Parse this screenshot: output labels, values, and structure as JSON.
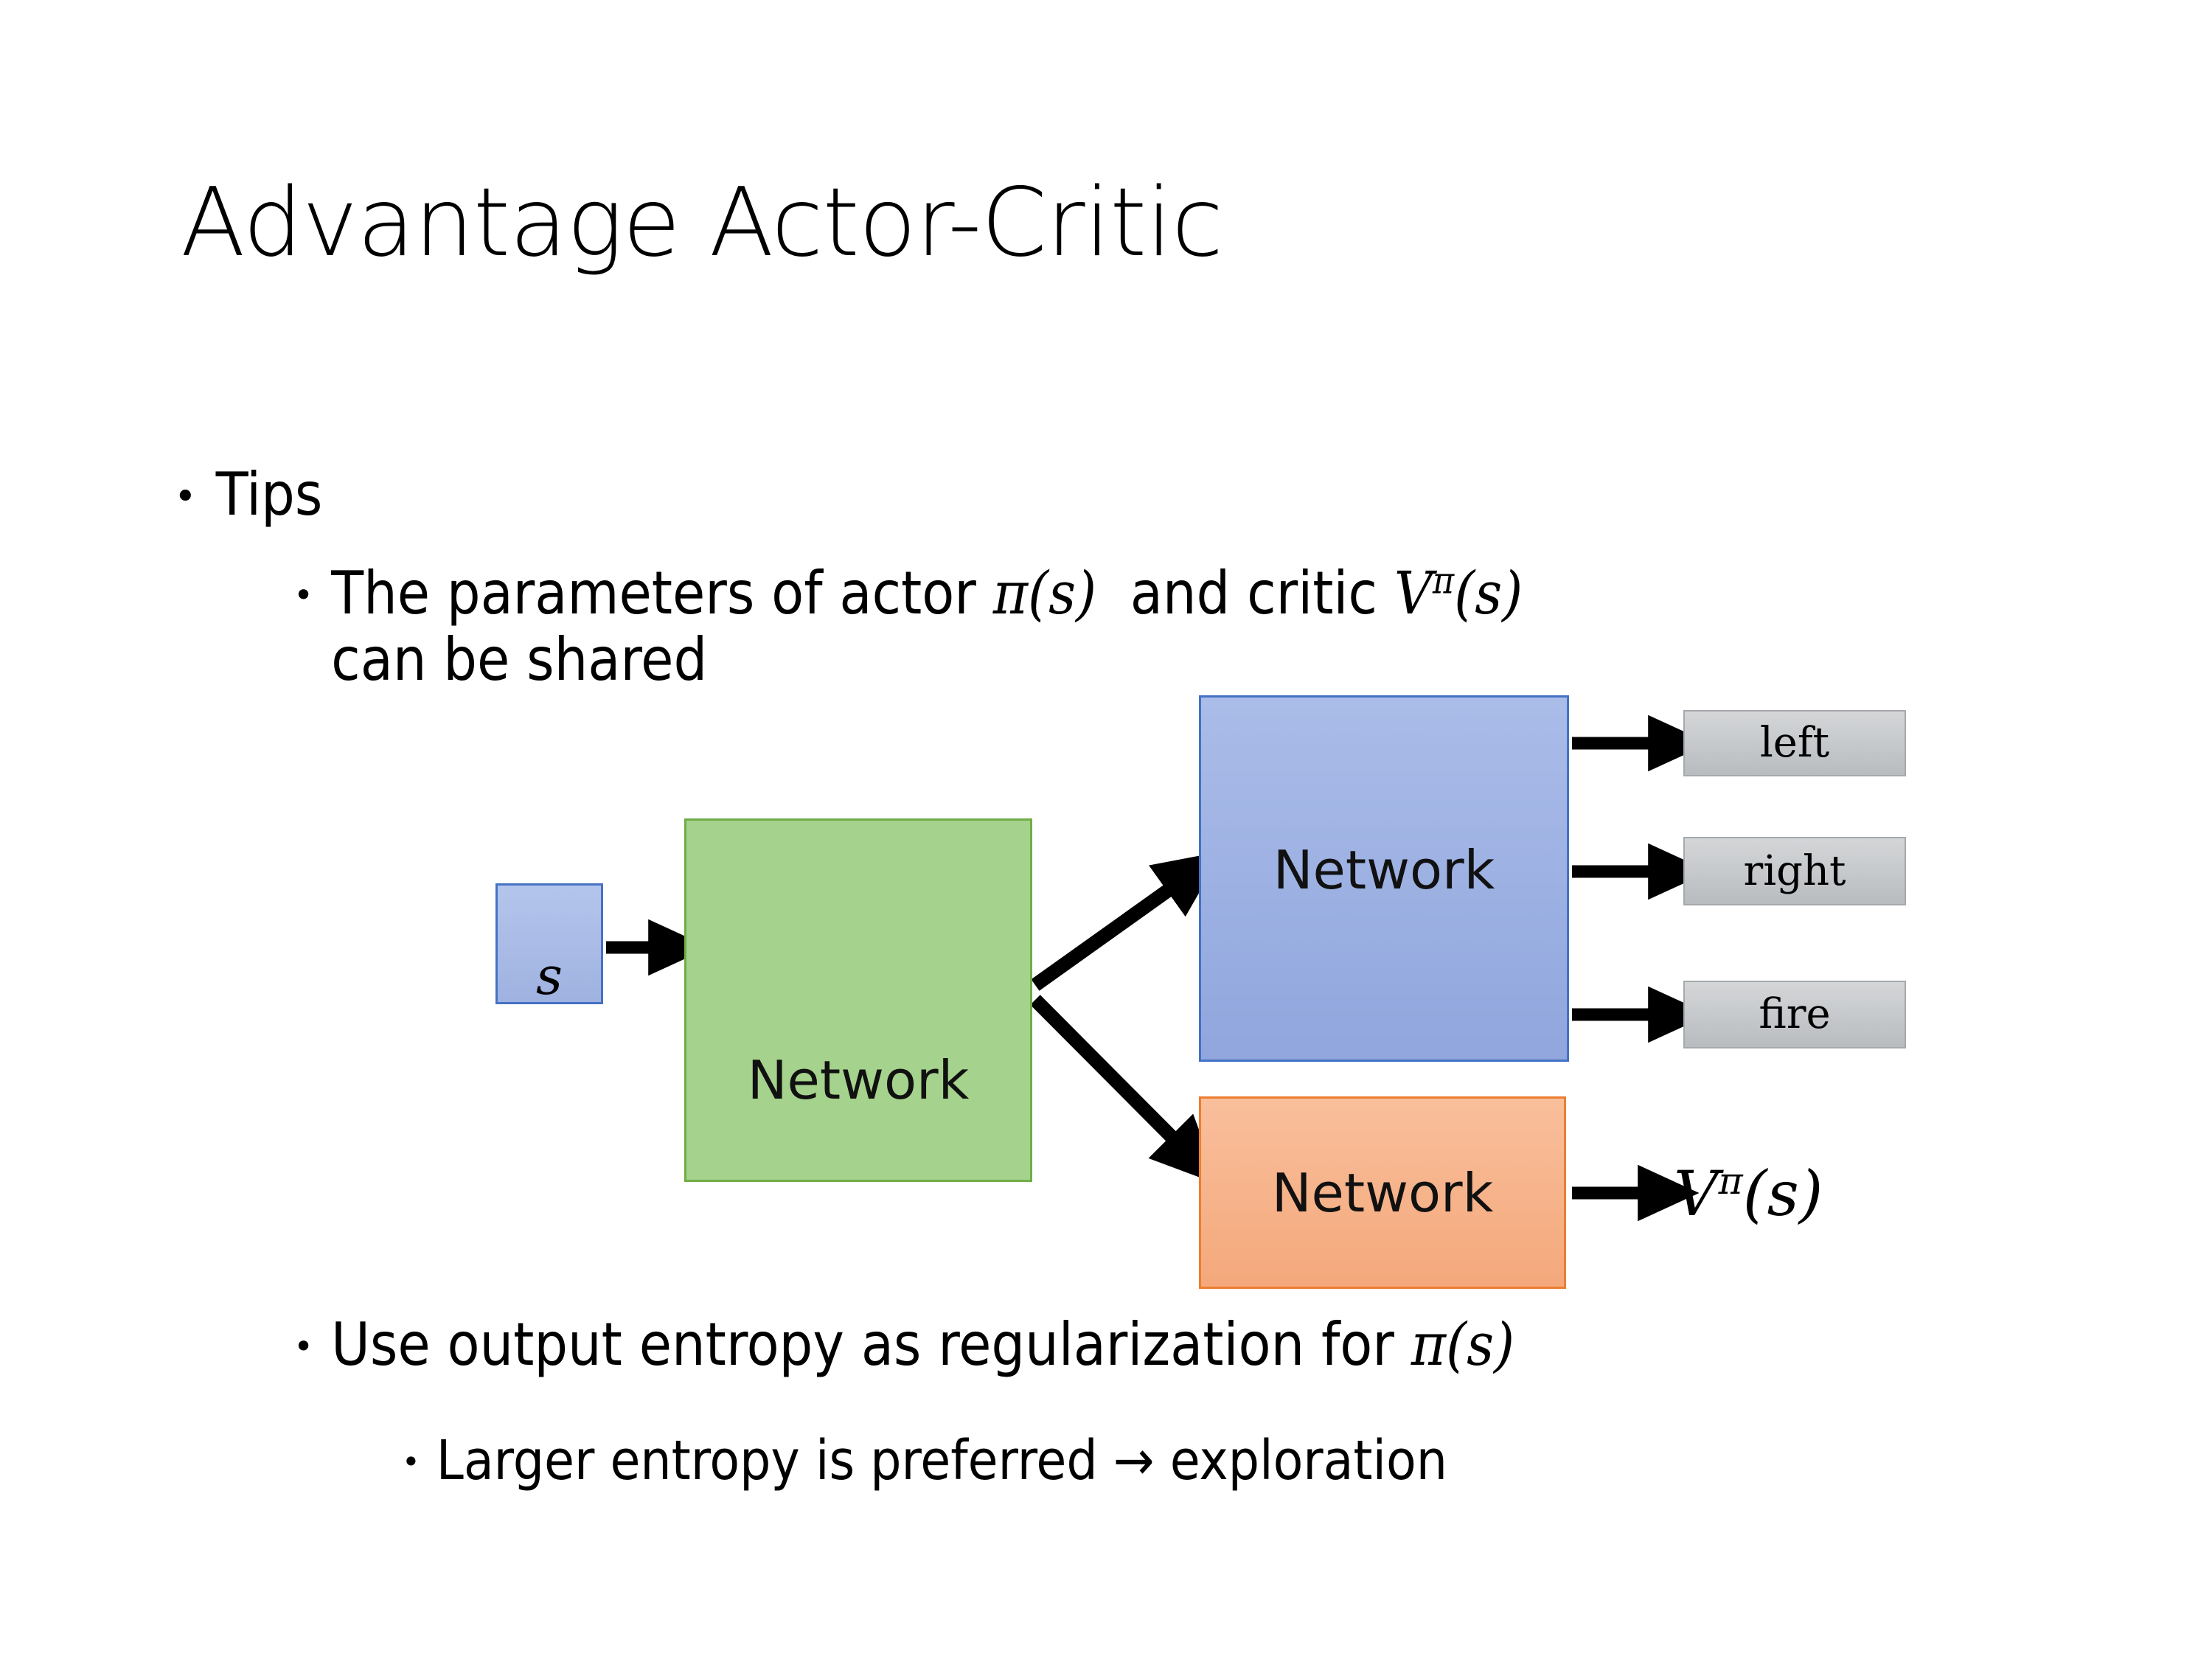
{
  "slide": {
    "title": "Advantage Actor-Critic",
    "background_color": "#ffffff"
  },
  "bullets": {
    "tips": {
      "marker": "•",
      "text": "Tips"
    },
    "parameters": {
      "marker": "•",
      "line1_pre": "The parameters of actor ",
      "math1": "π(s)",
      "line1_mid": "  and critic ",
      "math2_base": "V",
      "math2_sup": "π",
      "math2_arg": "(s)",
      "line2": "can be shared",
      "full_text": "The parameters of actor π(s)  and critic Vπ(s) can be shared"
    },
    "entropy": {
      "marker": "•",
      "pre": "Use output entropy as regularization for ",
      "math": "π(s)",
      "full_text": "Use output entropy as regularization for π(s)"
    },
    "larger": {
      "marker": "•",
      "text": "Larger entropy is preferred → exploration"
    }
  },
  "diagram": {
    "input_state": {
      "label": "s",
      "fill": "#a8badf",
      "border": "#4472c4"
    },
    "shared_network": {
      "label": "Network",
      "fill": "#a5d28c",
      "border": "#70ad47"
    },
    "actor_network": {
      "label": "Network",
      "fill": "#9fb2e3",
      "border": "#4472c4"
    },
    "critic_network": {
      "label": "Network",
      "fill": "#f5ad83",
      "border": "#ed7d31"
    },
    "actions": [
      {
        "label": "left",
        "fill": "#c6c8ca",
        "border": "#a6a9ac"
      },
      {
        "label": "right",
        "fill": "#c6c8ca",
        "border": "#a6a9ac"
      },
      {
        "label": "fire",
        "fill": "#c6c8ca",
        "border": "#a6a9ac"
      }
    ],
    "value_output": {
      "base": "V",
      "sup": "π",
      "arg": "(s)"
    },
    "arrow_color": "#000000"
  }
}
